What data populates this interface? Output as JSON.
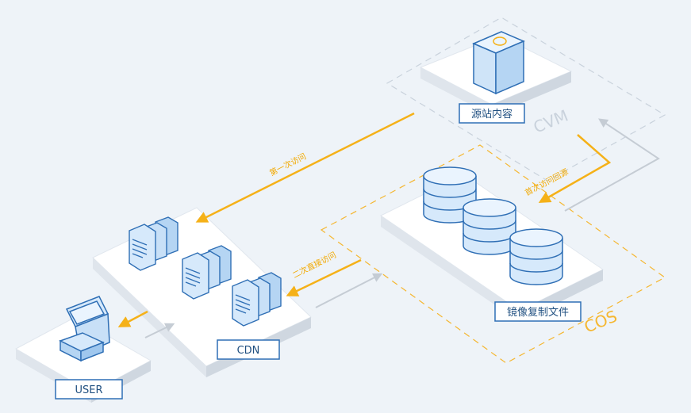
{
  "nodes": {
    "origin": "源站内容",
    "cdn": "CDN",
    "user": "USER",
    "mirror": "镜像复制文件"
  },
  "zones": {
    "cvm": "CVM",
    "cos": "COS"
  },
  "edges": {
    "first_visit": "第一次访问",
    "first_backsource": "首次访问回源",
    "second_visit": "二次直接访问"
  },
  "colors": {
    "background": "#eef3f8",
    "arrow_primary": "#f5b118",
    "arrow_secondary": "#c5ccd4",
    "label_border": "#2f6fb5",
    "device_fill": "#d6e9fb"
  }
}
